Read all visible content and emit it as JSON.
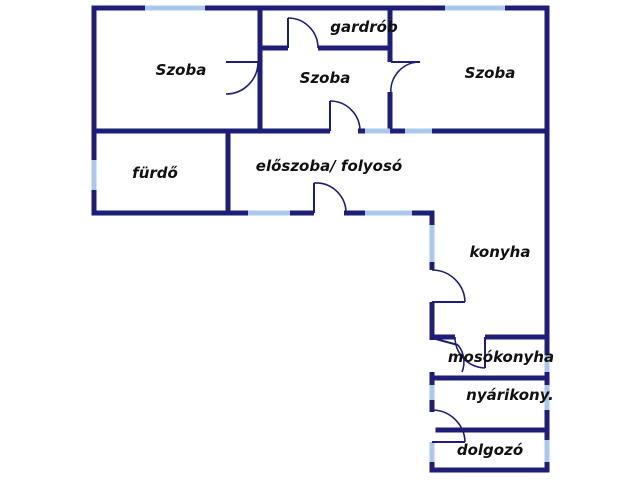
{
  "floor_plan": {
    "colors": {
      "wall": "#1e1e78",
      "window": "#a9c8ea",
      "label": "#111111",
      "background": "#ffffff"
    },
    "rooms": [
      {
        "key": "szoba_1",
        "label": "Szoba"
      },
      {
        "key": "szoba_2",
        "label": "Szoba"
      },
      {
        "key": "szoba_3",
        "label": "Szoba"
      },
      {
        "key": "gardrob",
        "label": "gardrób"
      },
      {
        "key": "furdo",
        "label": "fürdő"
      },
      {
        "key": "eloszoba",
        "label": "előszoba/ folyosó"
      },
      {
        "key": "konyha",
        "label": "konyha"
      },
      {
        "key": "mosokonyha",
        "label": "mosókonyha"
      },
      {
        "key": "nyarikonyha",
        "label": "nyárikony."
      },
      {
        "key": "dolgozo",
        "label": "dolgozó"
      }
    ]
  }
}
